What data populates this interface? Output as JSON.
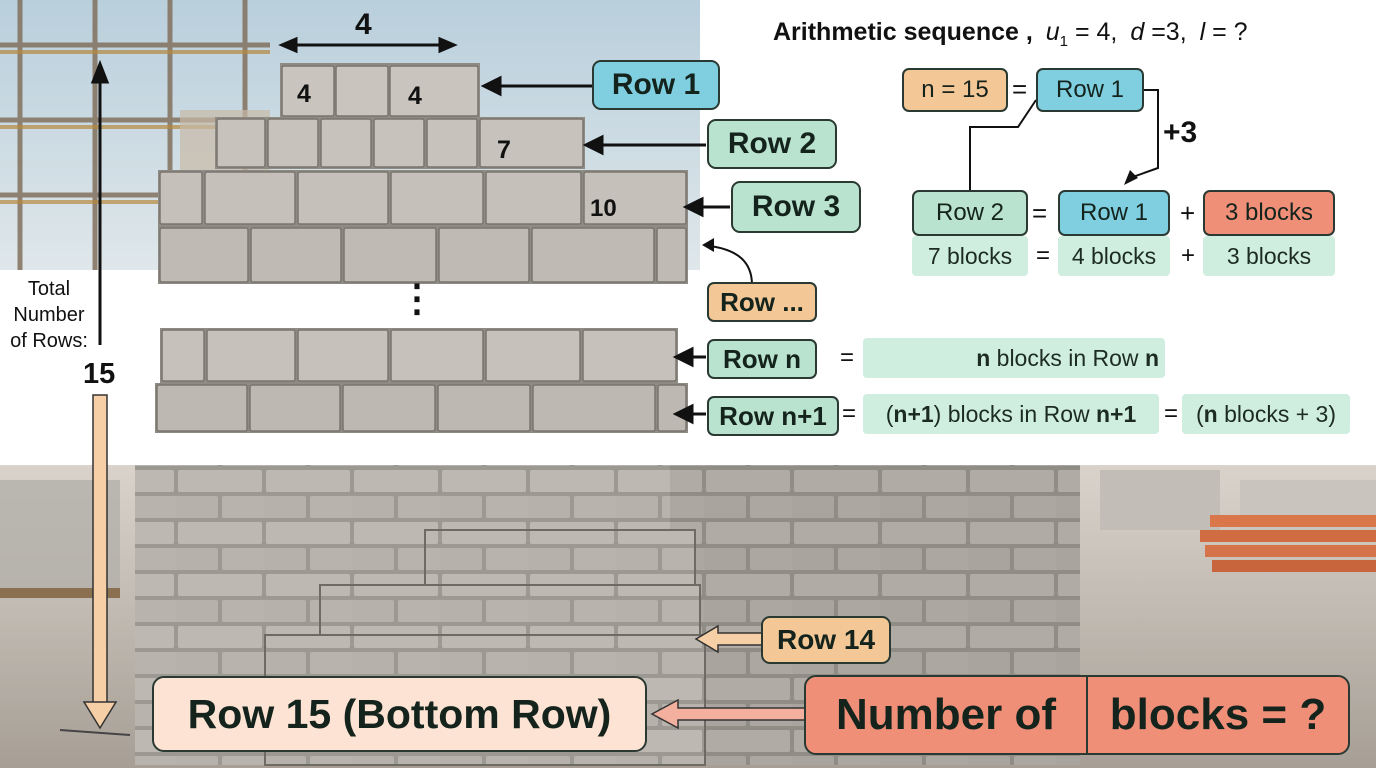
{
  "header": {
    "title_prefix": "Arithmetic sequence ,",
    "u_var": "u",
    "u_sub": "1",
    "u_val": "= 4,",
    "d_var": "d",
    "d_val": "=3,",
    "l_var": "l",
    "l_val": "= ?"
  },
  "wall": {
    "top_width": "4",
    "block_row1_a": "4",
    "block_row1_b": "4",
    "block_row2": "7",
    "block_row3": "10",
    "ellipsis": "⋮"
  },
  "side": {
    "total_rows_label": "Total Number of Rows:",
    "total_rows_value": "15"
  },
  "row_labels": {
    "row1": "Row 1",
    "row2": "Row 2",
    "row3": "Row 3",
    "row_dots": "Row ...",
    "row_n": "Row n",
    "row_n1": "Row n+1",
    "row14": "Row 14",
    "row15": "Row 15 (Bottom Row)"
  },
  "formula": {
    "n_eq": "n = 15",
    "eq": "=",
    "plus": "+",
    "row1": "Row 1",
    "plus3": "+3",
    "row2": "Row 2",
    "row1b": "Row 1",
    "blocks3": "3 blocks",
    "blocks7": "7 blocks",
    "blocks4": "4 blocks",
    "blocks3b": "3 blocks"
  },
  "rule": {
    "eq": "=",
    "n_blocks_pre": "n",
    "n_blocks_mid": " blocks in Row ",
    "n_blocks_post": "n",
    "n1_open": "(",
    "n1_bold": "n+1",
    "n1_mid": ") blocks in Row ",
    "n1_post": "n+1",
    "rhs_open": "(",
    "rhs_bold": "n",
    "rhs_rest": " blocks + 3)"
  },
  "question": {
    "left": "Number of",
    "right": "blocks = ?"
  },
  "colors": {
    "teal": "#b9e3cf",
    "blue": "#7fcfe0",
    "peach": "#f3c796",
    "salmon": "#ef8f78"
  }
}
